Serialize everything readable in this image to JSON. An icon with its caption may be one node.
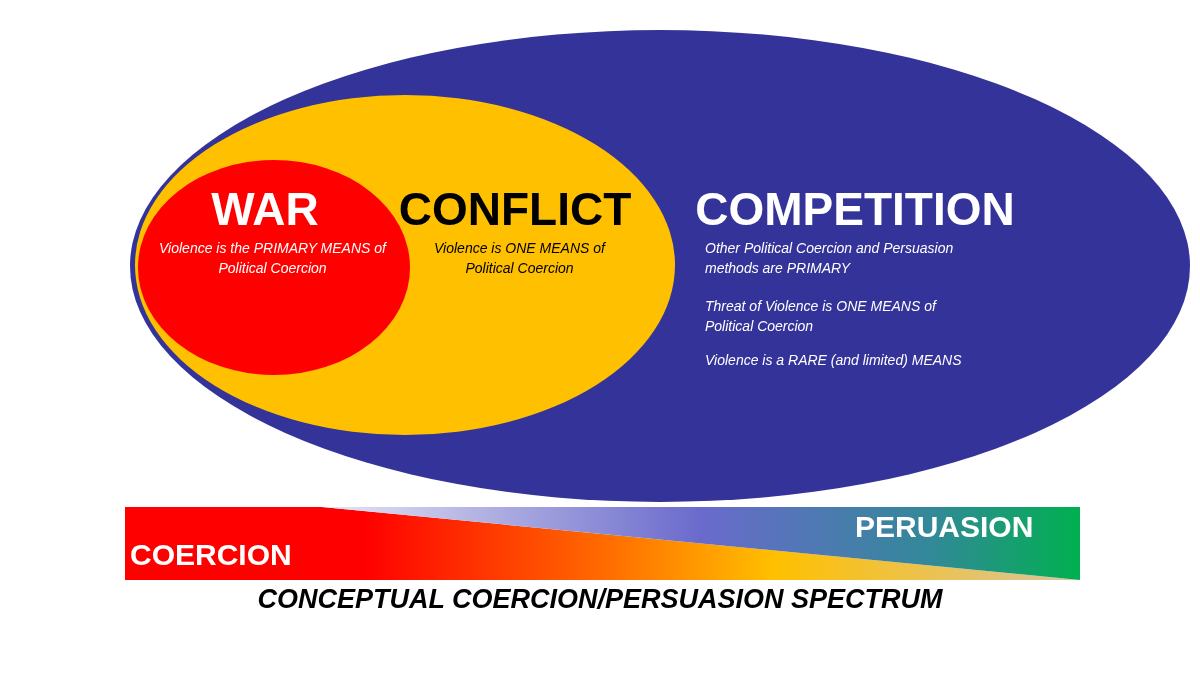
{
  "diagram": {
    "caption": "CONCEPTUAL COERCION/PERSUASION SPECTRUM",
    "nodes": [
      {
        "text": [
          "COMPETITION",
          "Other Political Coercion and Persuasion methods are PRIMARY",
          "Threat of Violence is ONE MEANS of Political Coercion",
          "Violence is a RARE (and limited) MEANS"
        ]
      },
      {
        "text": [
          "CONFLICT",
          "Violence is ONE MEANS of Political Coercion"
        ],
        "in": 0
      },
      {
        "text": [
          "WAR",
          "Violence is the PRIMARY MEANS of Political Coercion"
        ],
        "in": 1
      }
    ],
    "labels": [
      "COERCION",
      "PERUASION"
    ]
  }
}
